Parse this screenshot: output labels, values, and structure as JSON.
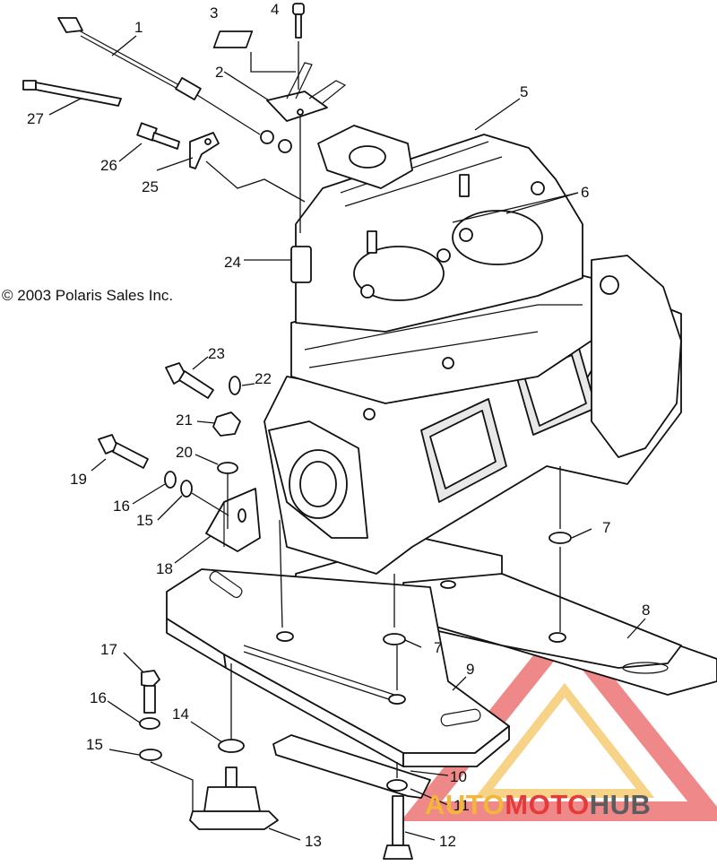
{
  "copyright": "© 2003 Polaris Sales Inc.",
  "callouts": [
    {
      "id": "c1",
      "text": "1"
    },
    {
      "id": "c2",
      "text": "2"
    },
    {
      "id": "c3",
      "text": "3"
    },
    {
      "id": "c4",
      "text": "4"
    },
    {
      "id": "c5",
      "text": "5"
    },
    {
      "id": "c6",
      "text": "6"
    },
    {
      "id": "c7a",
      "text": "7"
    },
    {
      "id": "c7b",
      "text": "7"
    },
    {
      "id": "c8",
      "text": "8"
    },
    {
      "id": "c9",
      "text": "9"
    },
    {
      "id": "c10",
      "text": "10"
    },
    {
      "id": "c11",
      "text": "11"
    },
    {
      "id": "c12",
      "text": "12"
    },
    {
      "id": "c13",
      "text": "13"
    },
    {
      "id": "c14",
      "text": "14"
    },
    {
      "id": "c15a",
      "text": "15"
    },
    {
      "id": "c15b",
      "text": "15"
    },
    {
      "id": "c16a",
      "text": "16"
    },
    {
      "id": "c16b",
      "text": "16"
    },
    {
      "id": "c17",
      "text": "17"
    },
    {
      "id": "c18",
      "text": "18"
    },
    {
      "id": "c19",
      "text": "19"
    },
    {
      "id": "c20",
      "text": "20"
    },
    {
      "id": "c21",
      "text": "21"
    },
    {
      "id": "c22",
      "text": "22"
    },
    {
      "id": "c23",
      "text": "23"
    },
    {
      "id": "c24",
      "text": "24"
    },
    {
      "id": "c25",
      "text": "25"
    },
    {
      "id": "c26",
      "text": "26"
    },
    {
      "id": "c27",
      "text": "27"
    }
  ],
  "watermark": {
    "part1": "AUTO",
    "part2": "MOTO",
    "part3": "HUB",
    "colors": {
      "red": "#e53a3a",
      "yellow": "#f2b73a",
      "gray": "#5d5d5d"
    }
  }
}
